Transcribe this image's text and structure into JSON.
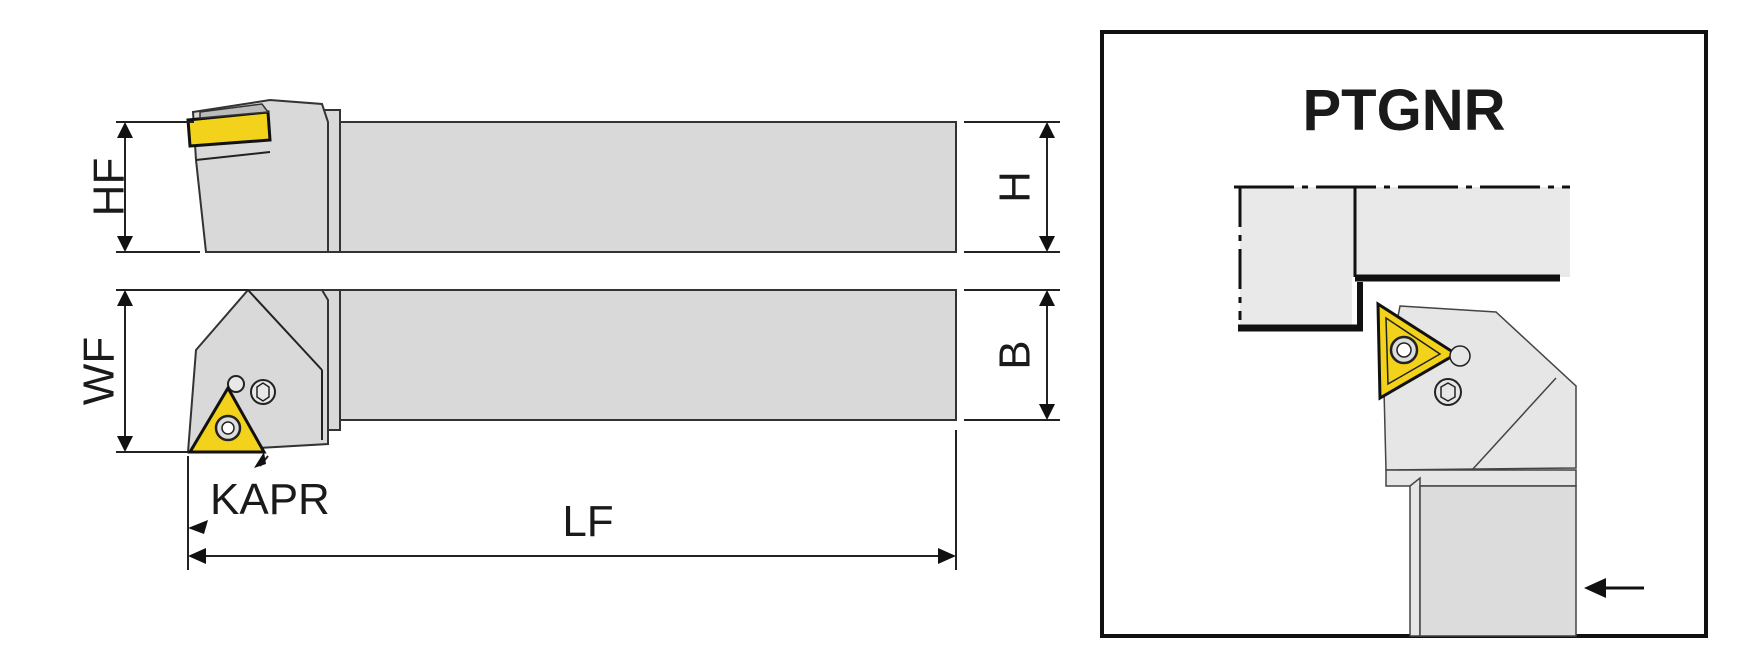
{
  "diagram": {
    "dimensions": {
      "hf": "HF",
      "h": "H",
      "wf": "WF",
      "b": "B",
      "kapr": "KAPR",
      "lf": "LF"
    },
    "detail": {
      "title": "PTGNR"
    },
    "colors": {
      "body": "#d9d9d9",
      "insert": "#f2d21a",
      "outline": "#222222"
    }
  }
}
